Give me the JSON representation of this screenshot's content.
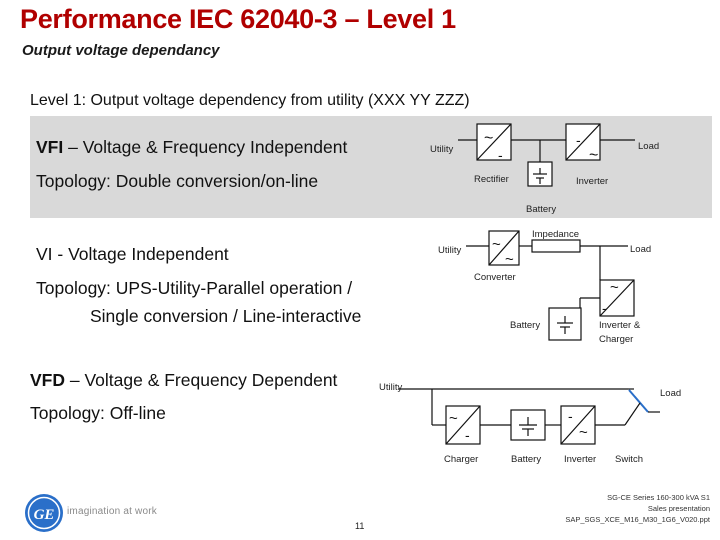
{
  "title": "Performance IEC 62040-3 – Level 1",
  "subtitle": "Output voltage dependancy",
  "level_heading": "Level 1: Output voltage dependency from utility  (XXX YY ZZZ)",
  "vfi": {
    "heading_bold": "VFI",
    "heading_rest": " – Voltage & Frequency Independent",
    "topology": "Topology: Double conversion/on-line",
    "labels": {
      "utility": "Utility",
      "load": "Load",
      "rectifier": "Rectifier",
      "inverter": "Inverter",
      "battery": "Battery"
    }
  },
  "vi": {
    "heading_bold": "VI",
    "heading_rest": " - Voltage Independent",
    "topology_line1": "Topology: UPS-Utility-Parallel operation /",
    "topology_line2": "Single conversion / Line-interactive",
    "labels": {
      "impedance": "Impedance",
      "utility": "Utility",
      "load": "Load",
      "converter": "Converter",
      "battery": "Battery",
      "inverter_charger_1": "Inverter &",
      "inverter_charger_2": "Charger"
    }
  },
  "vfd": {
    "heading_bold": "VFD",
    "heading_rest": " – Voltage & Frequency Dependent",
    "topology": "Topology: Off-line",
    "labels": {
      "utility": "Utility",
      "load": "Load",
      "charger": "Charger",
      "battery": "Battery",
      "inverter": "Inverter",
      "switch": "Switch"
    }
  },
  "footer": {
    "tagline": "imagination at work",
    "logo_text": "GE",
    "page_number": "11",
    "line1": "SG-CE Series 160-300 kVA S1",
    "line2": "Sales presentation",
    "line3": "SAP_SGS_XCE_M16_M30_1G6_V020.ppt"
  },
  "colors": {
    "title": "#b00000",
    "panel": "#d9d9d9",
    "ge_blue": "#2a6fc9",
    "switch_blue": "#2a6fc9"
  }
}
